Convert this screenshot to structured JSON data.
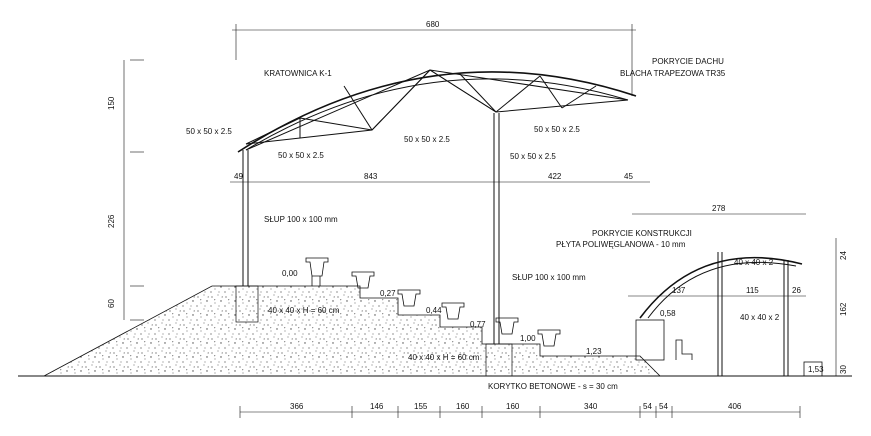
{
  "labels": {
    "truss": "KRATOWNICA K-1",
    "roof_cover_1": "POKRYCIE DACHU",
    "roof_cover_2": "BLACHA TRAPEZOWA TR35",
    "profile_a": "50 x 50 x 2.5",
    "profile_b": "50 x 50 x 2.5",
    "profile_c": "50 x 50 x 2.5",
    "profile_d": "50 x 50 x 2.5",
    "profile_e": "50 x 50 x 2.5",
    "column_left": "SŁUP 100 x 100 mm",
    "column_right": "SŁUP 100 x 100 mm",
    "footing_left": "40 x 40 x H = 60 cm",
    "footing_right": "40 x 40 x H = 60 cm",
    "gutter": "KORYTKO BETONOWE - s = 30 cm",
    "cover_1": "POKRYCIE KONSTRUKCJI",
    "cover_2": "PŁYTA POLIWĘGLANOWA - 10 mm",
    "small_profile_1": "40 x 40 x 2",
    "small_profile_2": "40 x 40 x 2"
  },
  "levels": [
    "0,00",
    "0,27",
    "0,44",
    "0,77",
    "1,00",
    "1,23",
    "0,58",
    "1,53"
  ],
  "dims": {
    "top_span": "680",
    "v_150": "150",
    "v_226": "226",
    "v_60": "60",
    "d49": "49",
    "d843": "843",
    "d422": "422",
    "d45": "45",
    "d278": "278",
    "d24": "24",
    "d137": "137",
    "d115": "115",
    "d26": "26",
    "d162": "162",
    "d30": "30",
    "bottom": [
      "366",
      "146",
      "155",
      "160",
      "160",
      "340",
      "54",
      "54",
      "406"
    ]
  }
}
